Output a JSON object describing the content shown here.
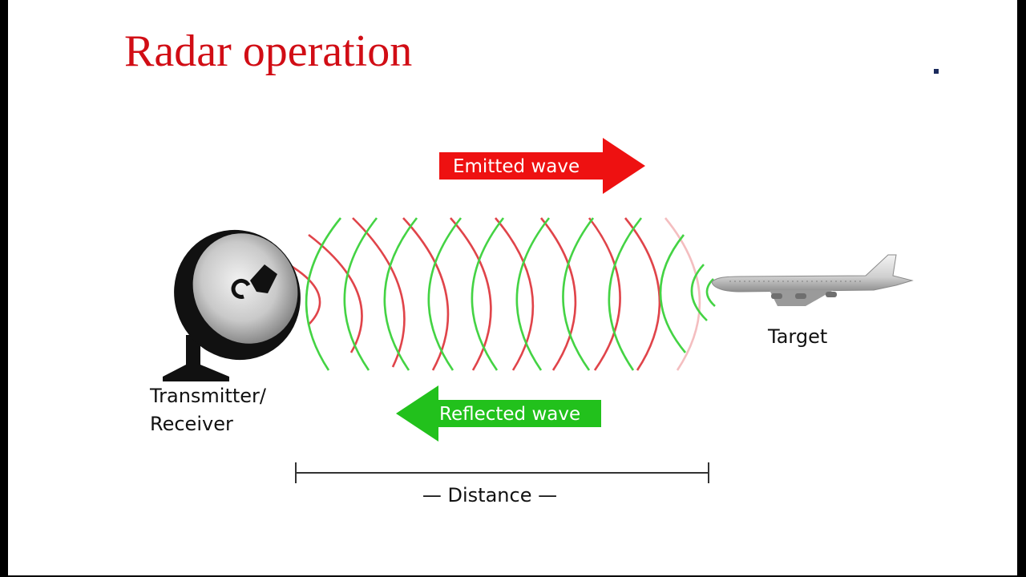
{
  "slide": {
    "title": "Radar operation"
  },
  "diagram": {
    "emitted_label": "Emitted wave",
    "reflected_label": "Reflected wave",
    "transmitter_label_line1": "Transmitter/",
    "transmitter_label_line2": "Receiver",
    "target_label": "Target",
    "distance_label": "— Distance —"
  },
  "colors": {
    "title": "#d10d15",
    "emitted": "#ee1111",
    "reflected": "#22c11c",
    "wave_red": "#e0444a",
    "wave_green": "#44d344"
  }
}
